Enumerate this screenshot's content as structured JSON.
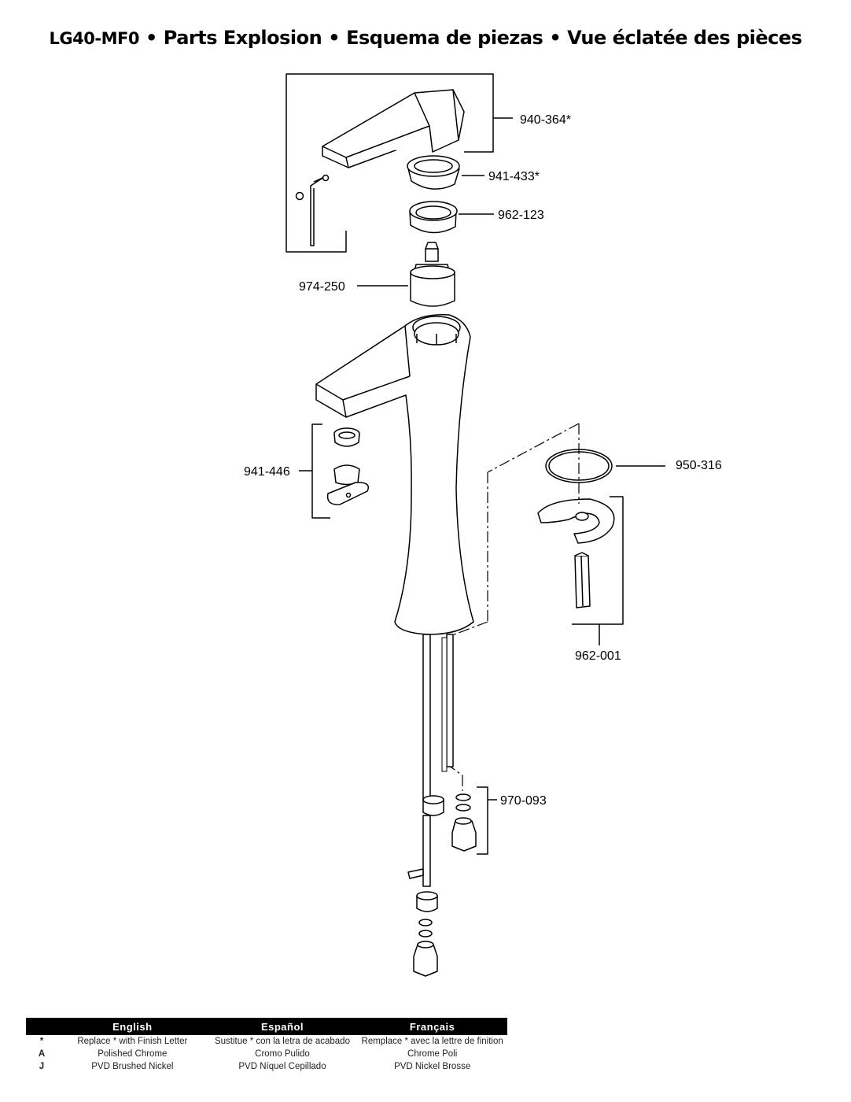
{
  "title": {
    "model": "LG40-MF0",
    "separator": "•",
    "english": "Parts Explosion",
    "spanish": "Esquema de piezas",
    "french": "Vue éclatée des pièces"
  },
  "parts": {
    "handle": "940-364*",
    "cap": "941-433*",
    "bonnet_nut": "962-123",
    "cartridge": "974-250",
    "aerator_kit": "941-446",
    "gasket": "950-316",
    "mounting_kit": "962-001",
    "supply_kit": "970-093"
  },
  "legend": {
    "headers": [
      "English",
      "Español",
      "Français"
    ],
    "rows": [
      {
        "code": "*",
        "english": "Replace * with Finish Letter",
        "spanish": "Sustitue * con la letra de acabado",
        "french": "Remplace * avec la lettre de finition"
      },
      {
        "code": "A",
        "english": "Polished Chrome",
        "spanish": "Cromo Pulido",
        "french": "Chrome Poli"
      },
      {
        "code": "J",
        "english": "PVD Brushed Nickel",
        "spanish": "PVD Níquel Cepillado",
        "french": "PVD Nickel Brosse"
      }
    ]
  }
}
